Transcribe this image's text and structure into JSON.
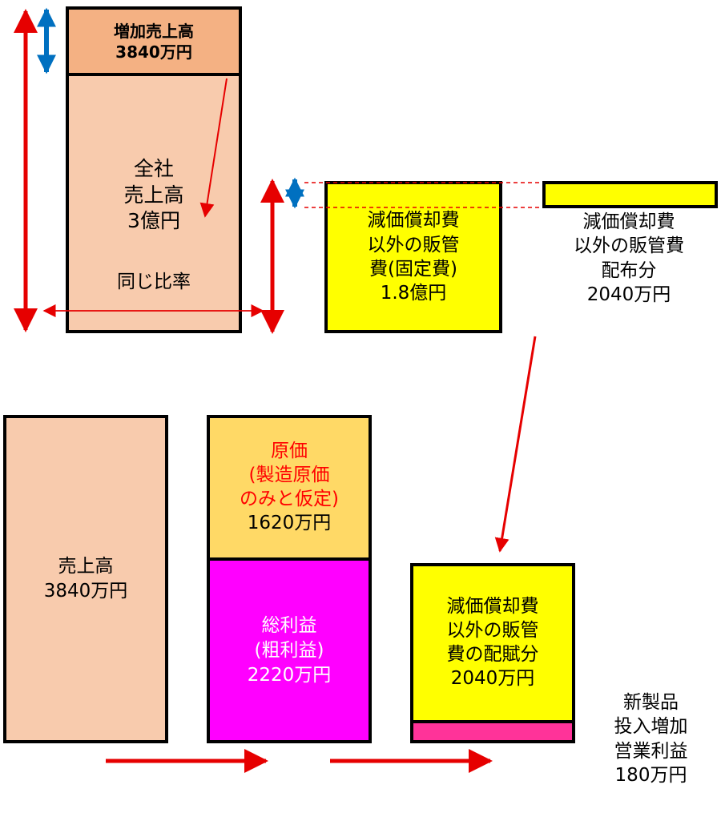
{
  "colors": {
    "sales_light": "#F8CBAD",
    "sales_dark": "#F4B183",
    "cost": "#FFD966",
    "yellow": "#FFFF00",
    "magenta": "#FF00FF",
    "profit": "#FF3399",
    "arrow_red": "#E60000",
    "arrow_blue": "#0070C0",
    "red_text": "#FF0000"
  },
  "top": {
    "increase_sales": [
      "増加売上高",
      "3840万円"
    ],
    "company_sales": [
      "全社",
      "売上高",
      "3億円"
    ],
    "same_ratio": "同じ比率",
    "fixed_cost": [
      "減価償却費",
      "以外の販管",
      "費(固定費)",
      "1.8億円"
    ],
    "allocated_label": [
      "減価償却費",
      "以外の販管費",
      "配布分",
      "2040万円"
    ]
  },
  "bottom": {
    "sales": [
      "売上高",
      "3840万円"
    ],
    "cost_red": [
      "原価",
      "(製造原価",
      "のみと仮定)"
    ],
    "cost_amount": "1620万円",
    "gross_profit": [
      "総利益",
      "(粗利益)",
      "2220万円"
    ],
    "allocation": [
      "減価償却費",
      "以外の販管",
      "費の配賦分",
      "2040万円"
    ],
    "operating_profit_label": [
      "新製品",
      "投入増加",
      "営業利益",
      "180万円"
    ]
  }
}
